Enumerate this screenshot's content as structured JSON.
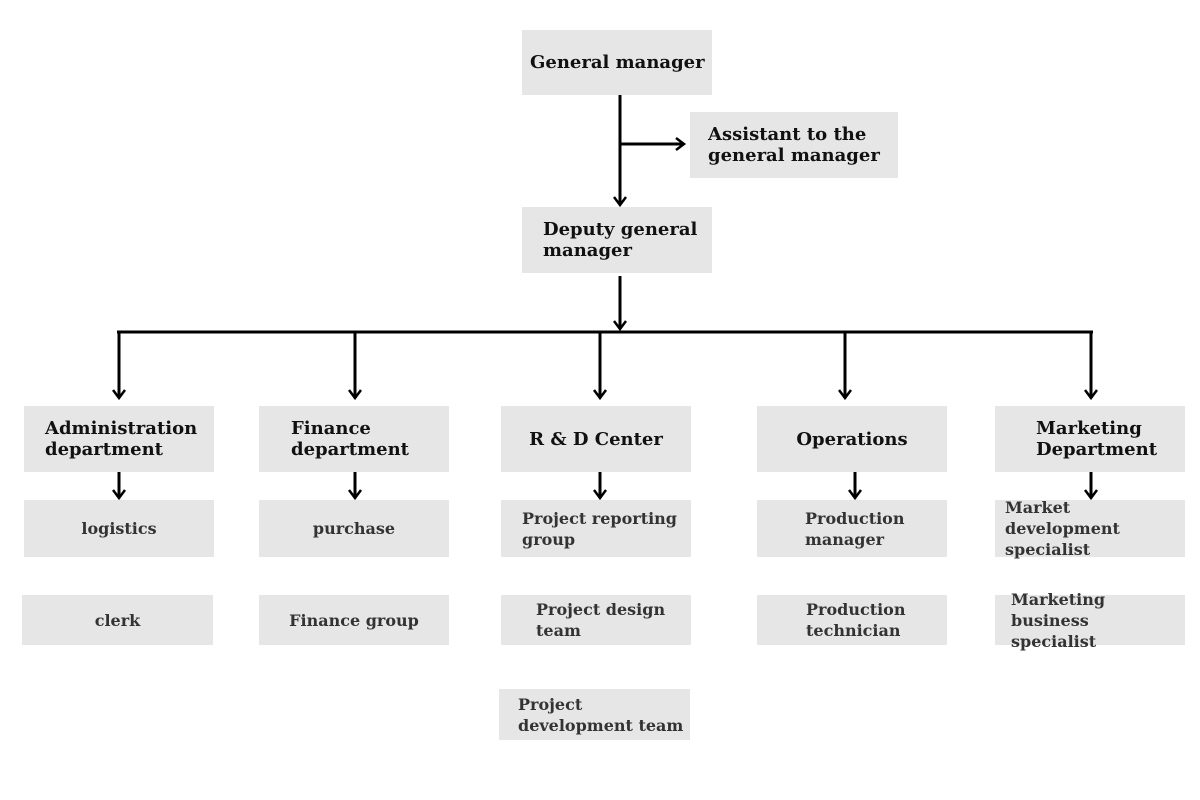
{
  "top": {
    "general_manager": "General manager",
    "assistant": "Assistant to the\ngeneral manager",
    "deputy": "Deputy general\nmanager"
  },
  "departments": [
    {
      "name": "Administration\ndepartment",
      "units": [
        "logistics",
        "clerk"
      ]
    },
    {
      "name": "Finance\ndepartment",
      "units": [
        "purchase",
        "Finance group"
      ]
    },
    {
      "name": "R & D Center",
      "units": [
        "Project reporting\ngroup",
        "Project design\nteam",
        "Project\ndevelopment team"
      ]
    },
    {
      "name": "Operations",
      "units": [
        "Production\nmanager",
        "Production\ntechnician"
      ]
    },
    {
      "name": "Marketing\nDepartment",
      "units": [
        "Market development\nspecialist",
        "Marketing business\nspecialist"
      ]
    }
  ],
  "colors": {
    "box": "#e6e6e6",
    "line": "#000000"
  }
}
